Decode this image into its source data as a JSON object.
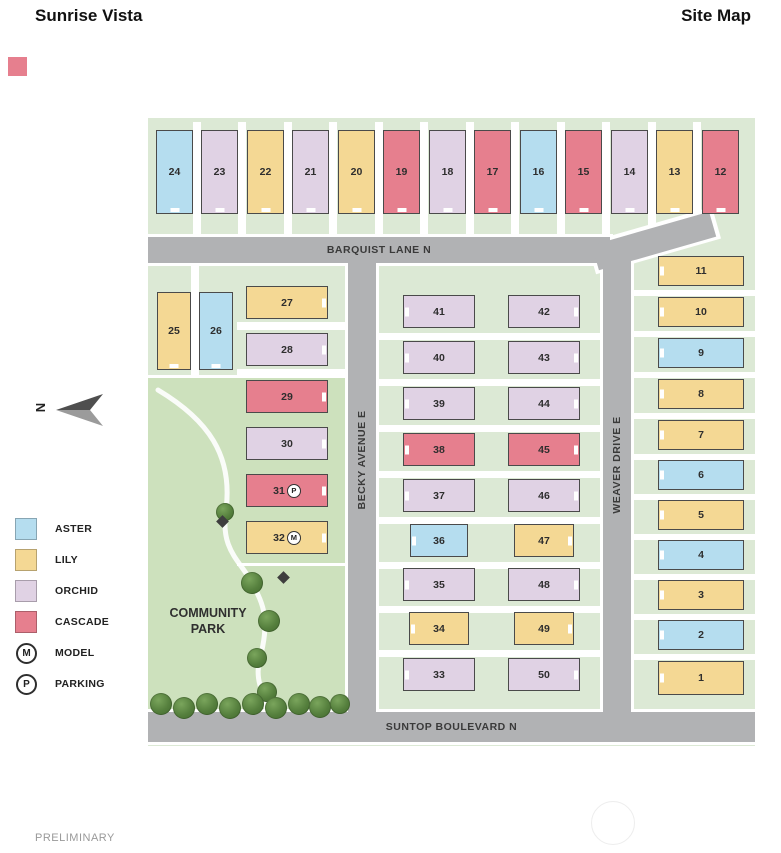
{
  "page": {
    "title": "Sunrise Vista",
    "subtitle": "Site Map",
    "footnote": "PRELIMINARY"
  },
  "colors": {
    "aster": "#b5ddef",
    "lily": "#f4d894",
    "orchid": "#e0d2e4",
    "cascade": "#e67f8e",
    "site": "#dce9d5",
    "park": "#cde1bd",
    "road": "#b1b2b4",
    "outline": "#4a4a4a"
  },
  "streets": {
    "barquist": {
      "name": "BARQUIST LANE N"
    },
    "becky": {
      "name": "BECKY AVENUE E"
    },
    "weaver": {
      "name": "WEAVER DRIVE E"
    },
    "suntop": {
      "name": "SUNTOP BOULEVARD N"
    }
  },
  "park": {
    "label_line1": "COMMUNITY",
    "label_line2": "PARK"
  },
  "north_label": "N",
  "legend": {
    "items": [
      {
        "type": "swatch",
        "model": "aster",
        "label": "ASTER"
      },
      {
        "type": "swatch",
        "model": "lily",
        "label": "LILY"
      },
      {
        "type": "swatch",
        "model": "orchid",
        "label": "ORCHID"
      },
      {
        "type": "swatch",
        "model": "cascade",
        "label": "CASCADE"
      },
      {
        "type": "symbol",
        "symbol": "M",
        "label": "MODEL"
      },
      {
        "type": "symbol",
        "symbol": "P",
        "label": "PARKING"
      }
    ]
  },
  "lots": [
    {
      "number": 1,
      "model": "lily"
    },
    {
      "number": 2,
      "model": "aster"
    },
    {
      "number": 3,
      "model": "lily"
    },
    {
      "number": 4,
      "model": "aster"
    },
    {
      "number": 5,
      "model": "lily"
    },
    {
      "number": 6,
      "model": "aster"
    },
    {
      "number": 7,
      "model": "lily"
    },
    {
      "number": 8,
      "model": "lily"
    },
    {
      "number": 9,
      "model": "aster"
    },
    {
      "number": 10,
      "model": "lily"
    },
    {
      "number": 11,
      "model": "lily"
    },
    {
      "number": 12,
      "model": "cascade"
    },
    {
      "number": 13,
      "model": "lily"
    },
    {
      "number": 14,
      "model": "orchid"
    },
    {
      "number": 15,
      "model": "cascade"
    },
    {
      "number": 16,
      "model": "aster"
    },
    {
      "number": 17,
      "model": "cascade"
    },
    {
      "number": 18,
      "model": "orchid"
    },
    {
      "number": 19,
      "model": "cascade"
    },
    {
      "number": 20,
      "model": "lily"
    },
    {
      "number": 21,
      "model": "orchid"
    },
    {
      "number": 22,
      "model": "lily"
    },
    {
      "number": 23,
      "model": "orchid"
    },
    {
      "number": 24,
      "model": "aster"
    },
    {
      "number": 25,
      "model": "lily"
    },
    {
      "number": 26,
      "model": "aster"
    },
    {
      "number": 27,
      "model": "lily"
    },
    {
      "number": 28,
      "model": "orchid"
    },
    {
      "number": 29,
      "model": "cascade"
    },
    {
      "number": 30,
      "model": "orchid"
    },
    {
      "number": 31,
      "model": "cascade",
      "badge": "P"
    },
    {
      "number": 32,
      "model": "lily",
      "badge": "M"
    },
    {
      "number": 33,
      "model": "orchid"
    },
    {
      "number": 34,
      "model": "lily"
    },
    {
      "number": 35,
      "model": "orchid"
    },
    {
      "number": 36,
      "model": "aster"
    },
    {
      "number": 37,
      "model": "orchid"
    },
    {
      "number": 38,
      "model": "cascade"
    },
    {
      "number": 39,
      "model": "orchid"
    },
    {
      "number": 40,
      "model": "orchid"
    },
    {
      "number": 41,
      "model": "orchid"
    },
    {
      "number": 42,
      "model": "orchid"
    },
    {
      "number": 43,
      "model": "orchid"
    },
    {
      "number": 44,
      "model": "orchid"
    },
    {
      "number": 45,
      "model": "cascade"
    },
    {
      "number": 46,
      "model": "orchid"
    },
    {
      "number": 47,
      "model": "lily"
    },
    {
      "number": 48,
      "model": "orchid"
    },
    {
      "number": 49,
      "model": "lily"
    },
    {
      "number": 50,
      "model": "orchid"
    }
  ]
}
